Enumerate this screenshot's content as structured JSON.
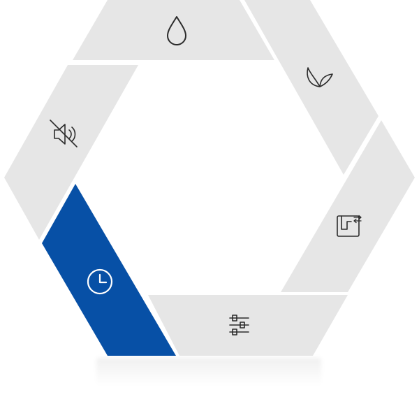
{
  "palette": {
    "segment_inactive": "#e6e6e6",
    "segment_active": "#0750a6",
    "icon_dark": "#2b2b2b",
    "icon_on_active": "#ffffff",
    "background": "#ffffff"
  },
  "dial": {
    "selected_mode": "timer",
    "segments": [
      {
        "id": "water",
        "icon": "water-drop-icon",
        "active": false
      },
      {
        "id": "eco",
        "icon": "leaves-icon",
        "active": false
      },
      {
        "id": "pipe",
        "icon": "pipe-flow-icon",
        "active": false
      },
      {
        "id": "settings",
        "icon": "sliders-icon",
        "active": false
      },
      {
        "id": "timer",
        "icon": "clock-icon",
        "active": true
      },
      {
        "id": "mute",
        "icon": "speaker-mute-icon",
        "active": false
      }
    ]
  }
}
